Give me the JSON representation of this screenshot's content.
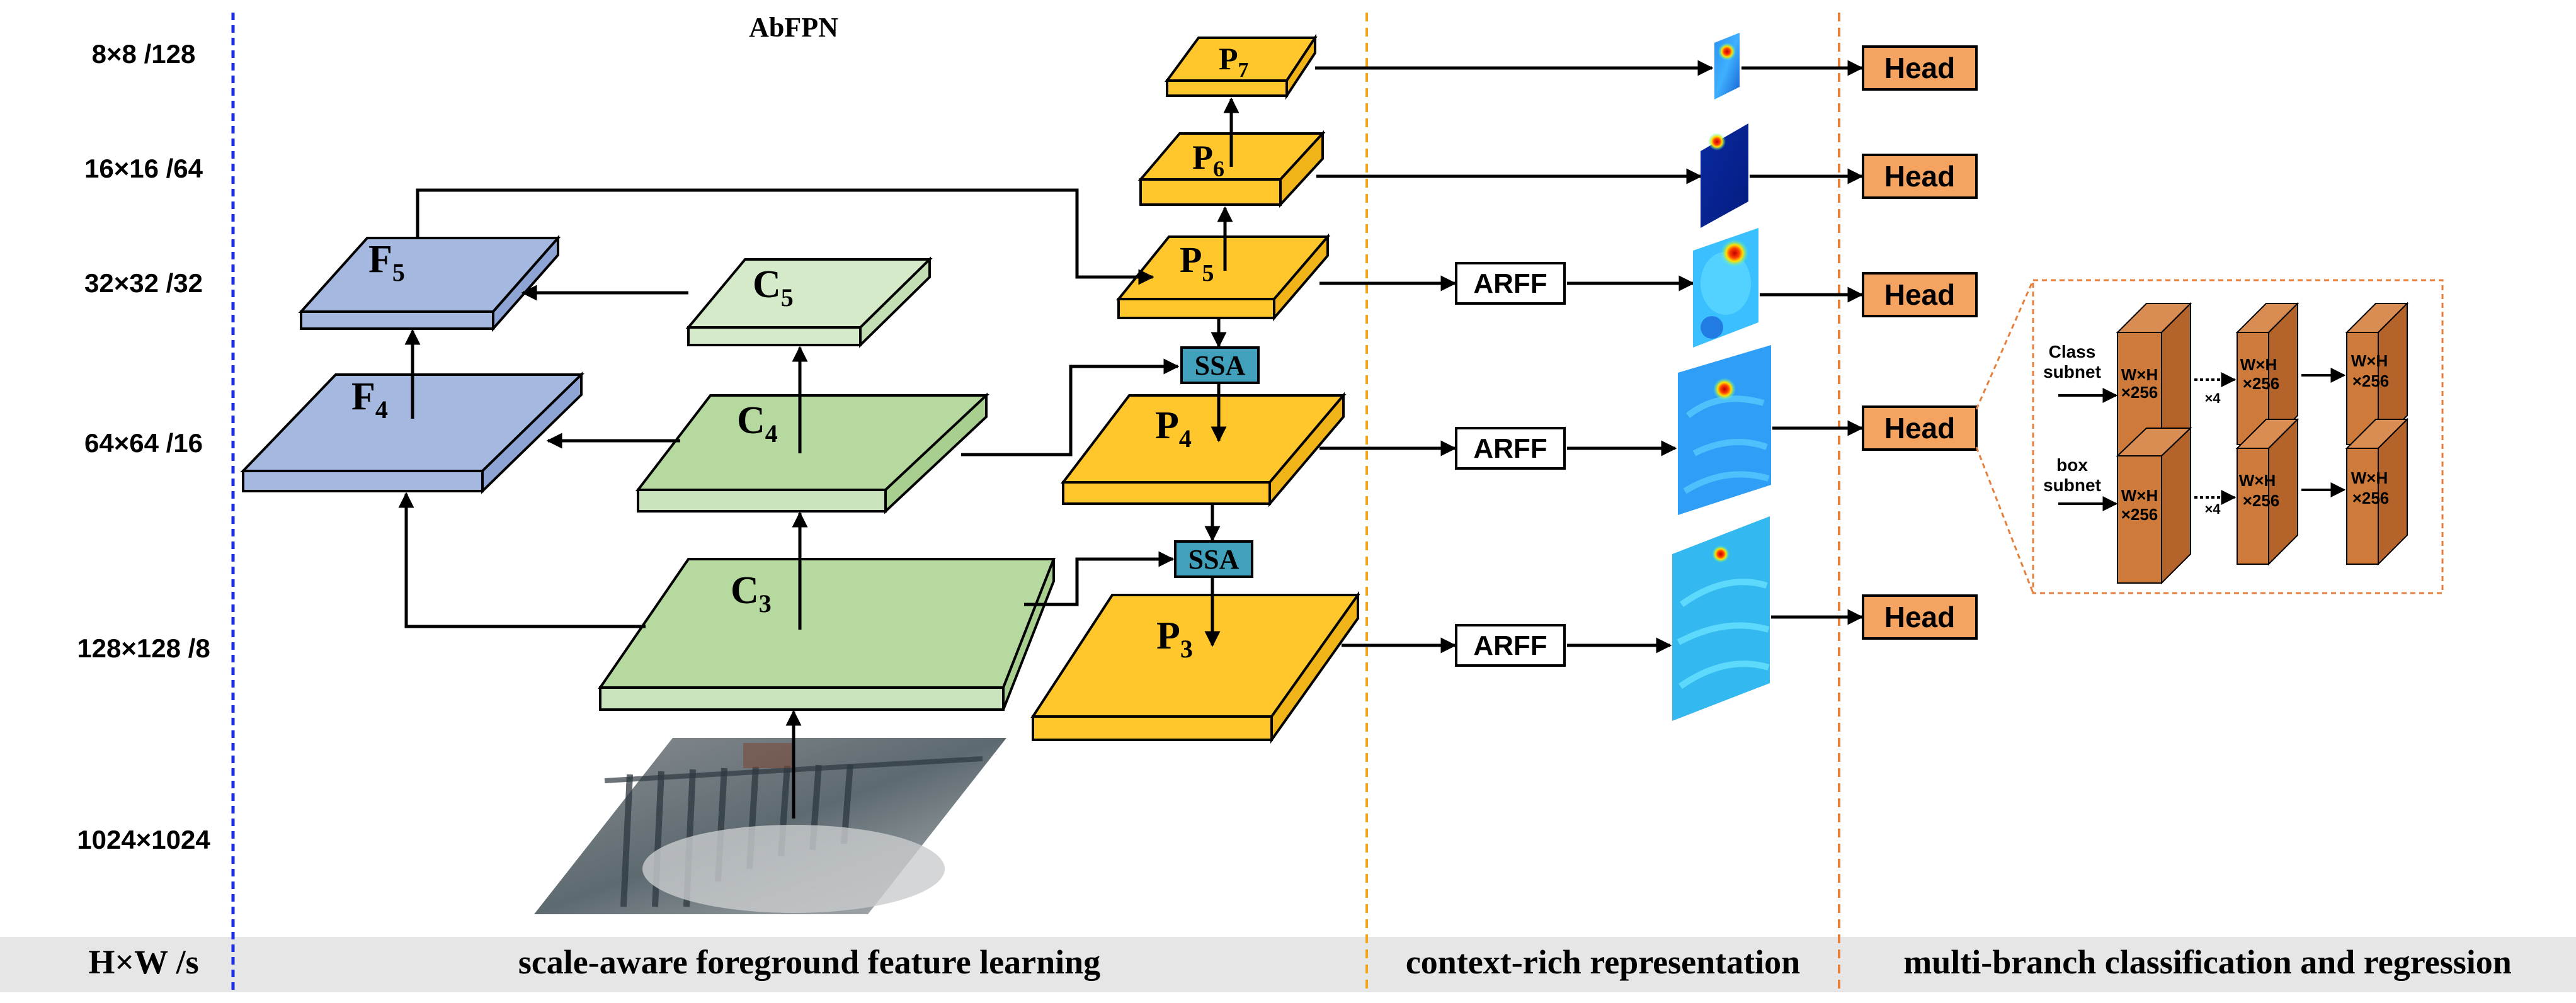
{
  "title": "AbFPN",
  "scales": [
    "8×8 /128",
    "16×16 /64",
    "32×32 /32",
    "64×64 /16",
    "128×128 /8",
    "1024×1024"
  ],
  "backbone": {
    "c3": {
      "main": "C",
      "sub": "3"
    },
    "c4": {
      "main": "C",
      "sub": "4"
    },
    "c5": {
      "main": "C",
      "sub": "5"
    }
  },
  "topdown": {
    "f4": {
      "main": "F",
      "sub": "4"
    },
    "f5": {
      "main": "F",
      "sub": "5"
    }
  },
  "pyramid": {
    "p3": {
      "main": "P",
      "sub": "3"
    },
    "p4": {
      "main": "P",
      "sub": "4"
    },
    "p5": {
      "main": "P",
      "sub": "5"
    },
    "p6": {
      "main": "P",
      "sub": "6"
    },
    "p7": {
      "main": "P",
      "sub": "7"
    }
  },
  "ssa_label": "SSA",
  "arff_label": "ARFF",
  "head_label": "Head",
  "subnets": {
    "class_line1": "Class",
    "class_line2": "subnet",
    "box_line1": "box",
    "box_line2": "subnet",
    "block_line1": "W×H",
    "block_line2": "×256",
    "repeat": "×4"
  },
  "bottom_bar": {
    "scale_header": "H×W /s",
    "section1": "scale-aware foreground feature learning",
    "section2": "context-rich representation",
    "section3": "multi-branch classification and regression"
  },
  "colors": {
    "blue_face": "#a4b8e0",
    "blue_side": "#8ea4d4",
    "green_face": "#c9e3bd",
    "green_mid": "#b5d99f",
    "yellow": "#ffc72c",
    "ssa": "#41a0bb",
    "head": "#f4a460",
    "subnet": "#cd7a3a"
  }
}
